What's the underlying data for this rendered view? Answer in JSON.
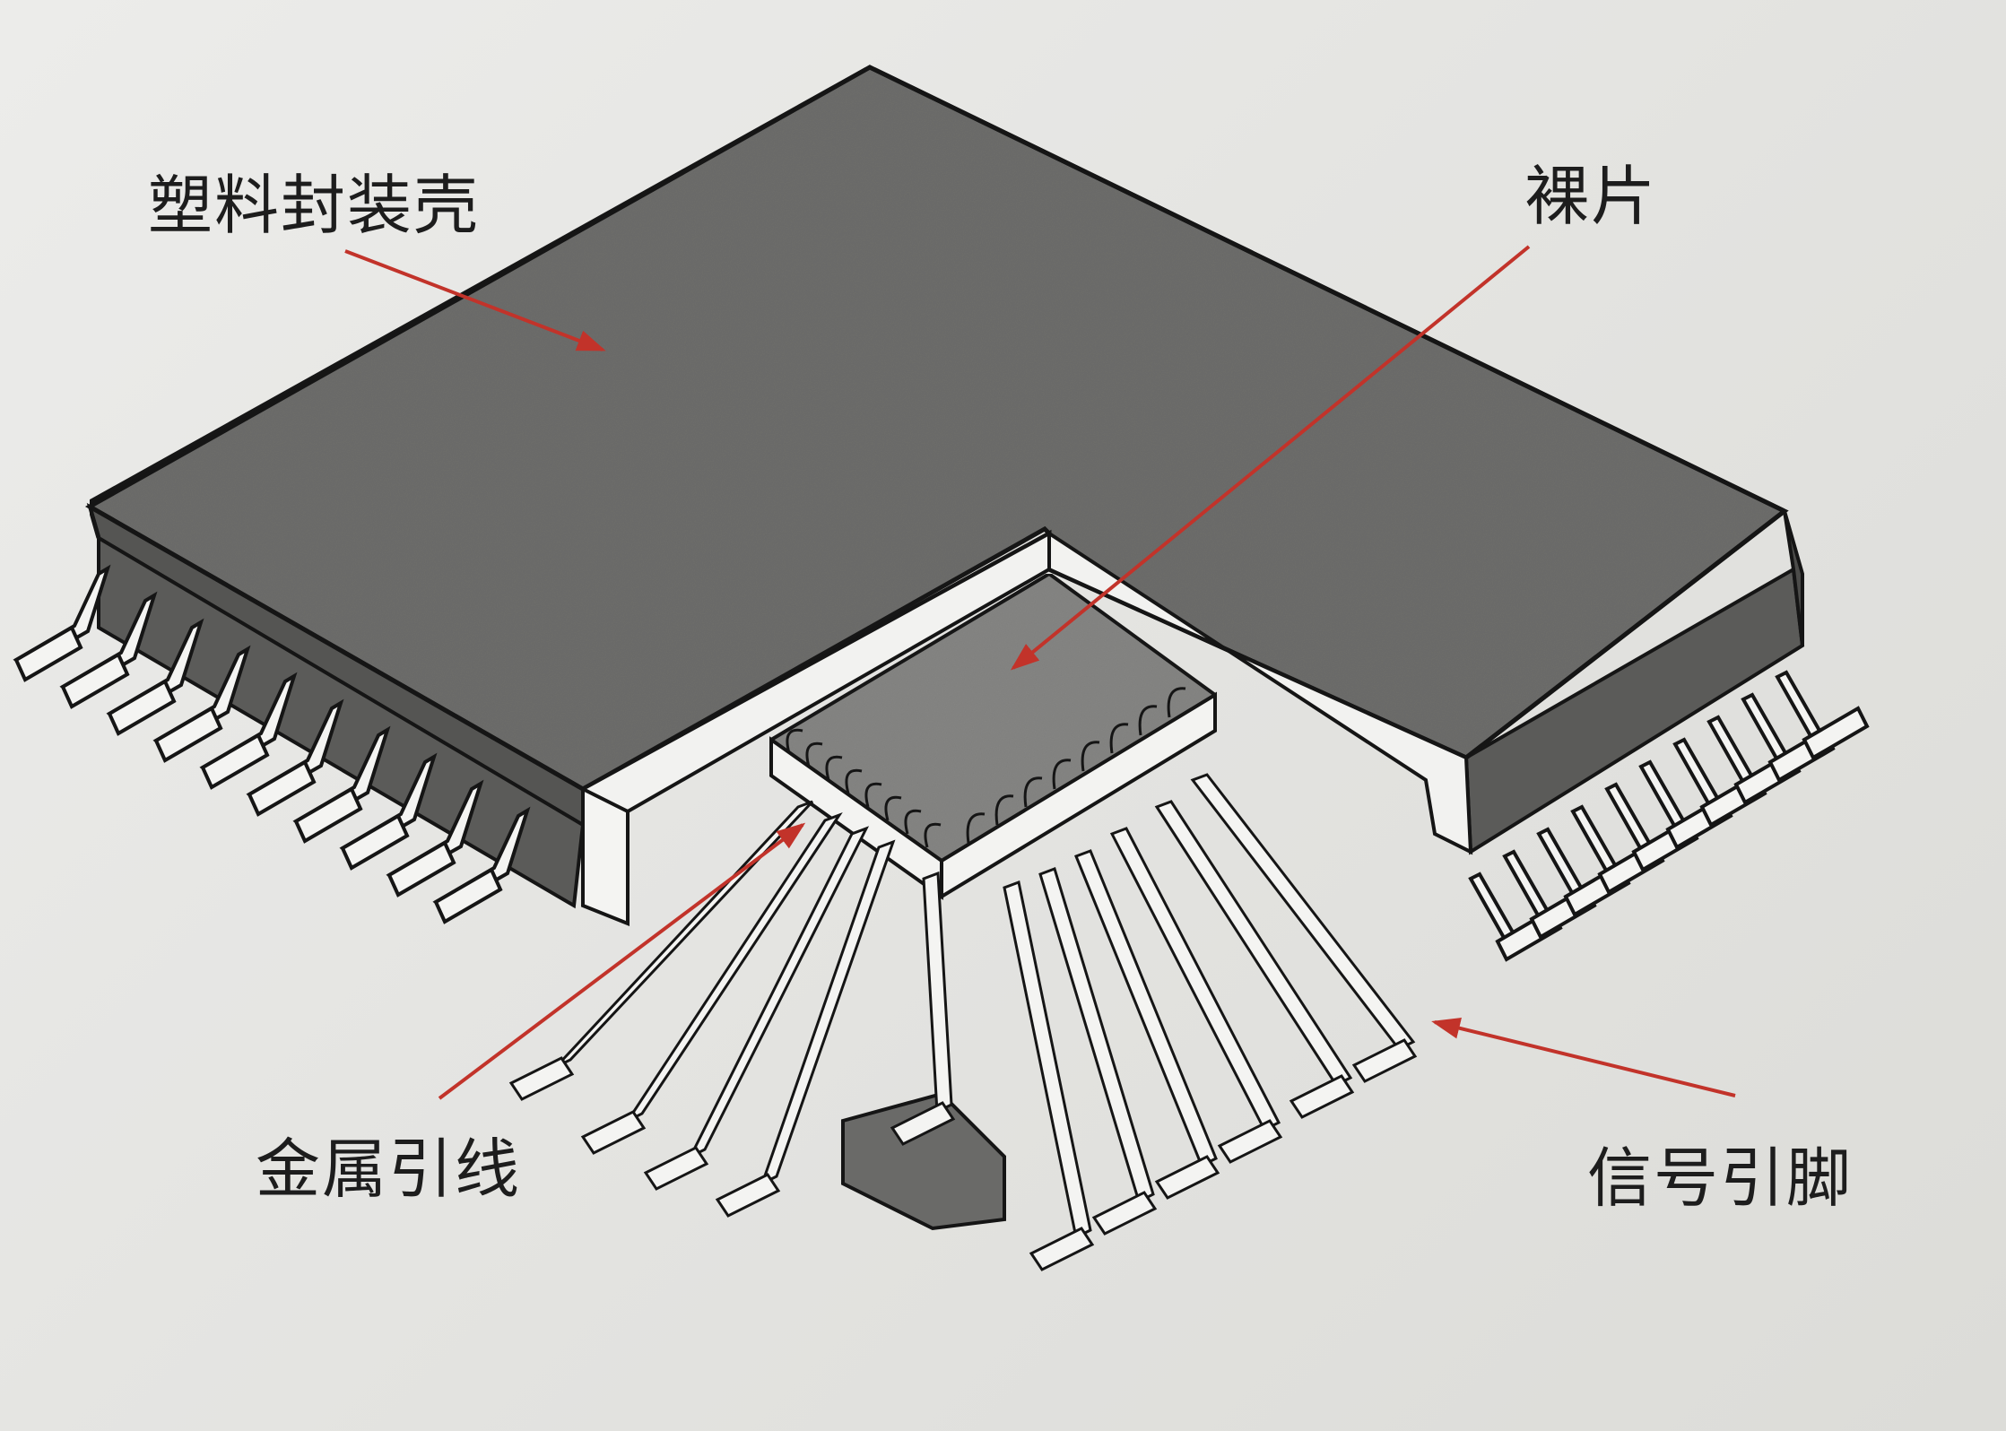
{
  "labels": {
    "plastic_package": "塑料封装壳",
    "die": "裸片",
    "metal_wire": "金属引线",
    "signal_pin": "信号引脚"
  },
  "colors": {
    "package_top": "#6d6d6b",
    "package_side": "#5b5b59",
    "die_top": "#858583",
    "pin_fill": "#f4f4f2",
    "outline": "#151515",
    "arrow": "#c2332a",
    "label_text": "#1d1d1d"
  },
  "icons": {
    "arrow": "arrow-pointer-icon"
  }
}
